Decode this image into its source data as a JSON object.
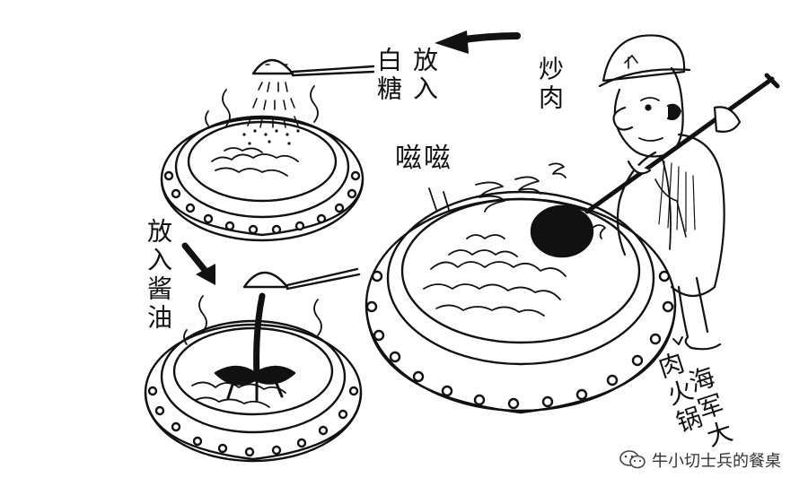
{
  "labels": {
    "add_sugar_line1": "放入",
    "add_sugar_line2": "白糖",
    "stir_fry": "炒肉",
    "sizzle": "嗞嗞",
    "add_soy": "放入酱油",
    "pot_line1": "海军大",
    "pot_line2": "肉火锅"
  },
  "watermark": {
    "icon": "wechat-icon",
    "text": "牛小切士兵的餐桌"
  },
  "colors": {
    "ink": "#111111",
    "paper": "#ffffff"
  }
}
